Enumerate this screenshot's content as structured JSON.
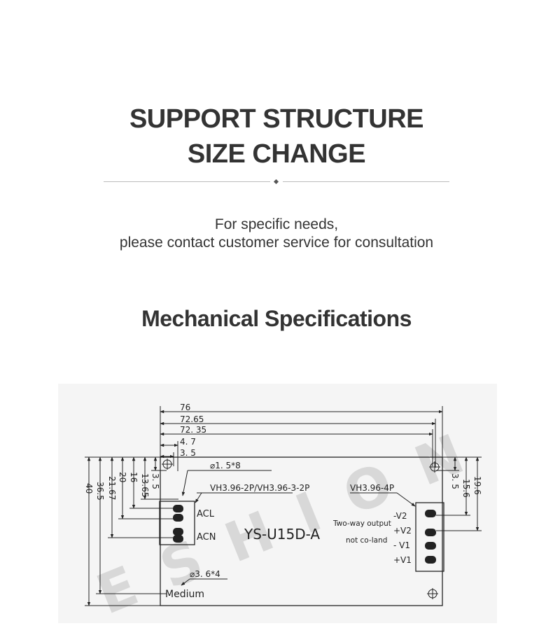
{
  "header": {
    "title_line1": "SUPPORT STRUCTURE",
    "title_line2": "SIZE CHANGE"
  },
  "subtitle": {
    "line1": "For specific needs,",
    "line2": "please contact customer service for consultation"
  },
  "section_title": "Mechanical Specifications",
  "drawing": {
    "top_dims": [
      "76",
      "72.65",
      "72. 35",
      "4. 7",
      "3. 5"
    ],
    "left_dims": [
      "40",
      "36.5",
      "21.67",
      "20",
      "16",
      "13.65",
      "3. 5"
    ],
    "right_dims": [
      "3. 5",
      "15.6",
      "19.6"
    ],
    "hole_label": "⌀1. 5*8",
    "mount_hole_label": "⌀3. 6*4",
    "input_connector_label": "VH3.96-2P/VH3.96-3-2P",
    "output_connector_label": "VH3.96-4P",
    "pin_acl": "ACL",
    "pin_acn": "ACN",
    "model": "YS-U15D-A",
    "note_line1": "Two-way output",
    "note_line2": "not co-land",
    "output_pins": [
      "-V2",
      "+V2",
      "- V1",
      "+V1"
    ],
    "medium_label": "Medium",
    "watermark": "ESHION"
  },
  "colors": {
    "background": "#ffffff",
    "text": "#333333",
    "drawing_bg": "#f5f5f5",
    "line": "#222222",
    "watermark": "#d9d9d9"
  }
}
